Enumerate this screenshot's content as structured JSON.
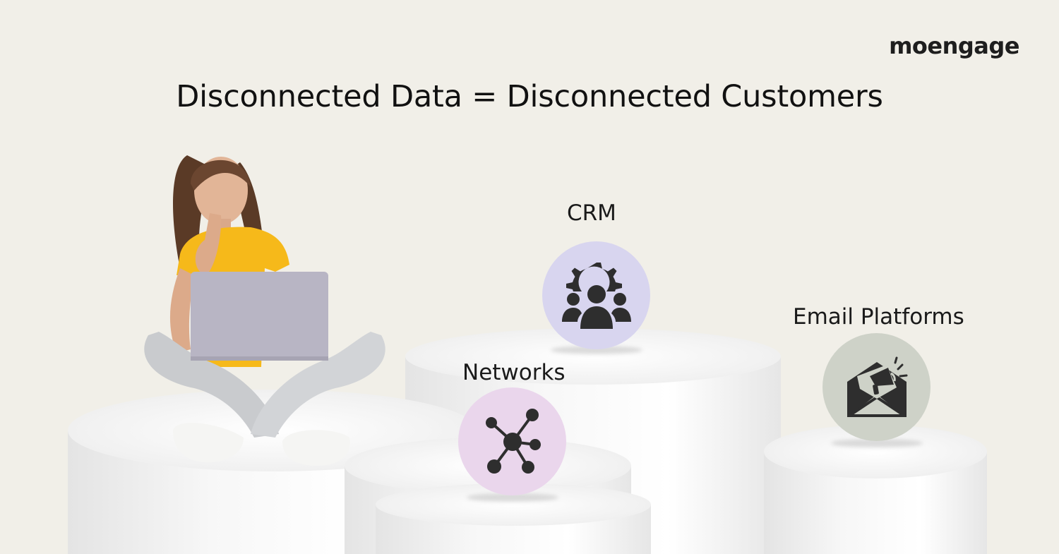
{
  "brand": {
    "logo_text": "moengage"
  },
  "headline": "Disconnected Data = Disconnected Customers",
  "nodes": [
    {
      "label": "CRM",
      "icon": "team-gear-icon",
      "color": "#d8d5ef"
    },
    {
      "label": "Networks",
      "icon": "network-nodes-icon",
      "color": "#ead6ec"
    },
    {
      "label": "Email Platforms",
      "icon": "envelope-megaphone-icon",
      "color": "#ced2c8"
    }
  ],
  "colors": {
    "background": "#f1efe8",
    "icon_dark": "#2e2e2e",
    "shirt": "#f6b91a",
    "laptop": "#b8b5c4"
  }
}
